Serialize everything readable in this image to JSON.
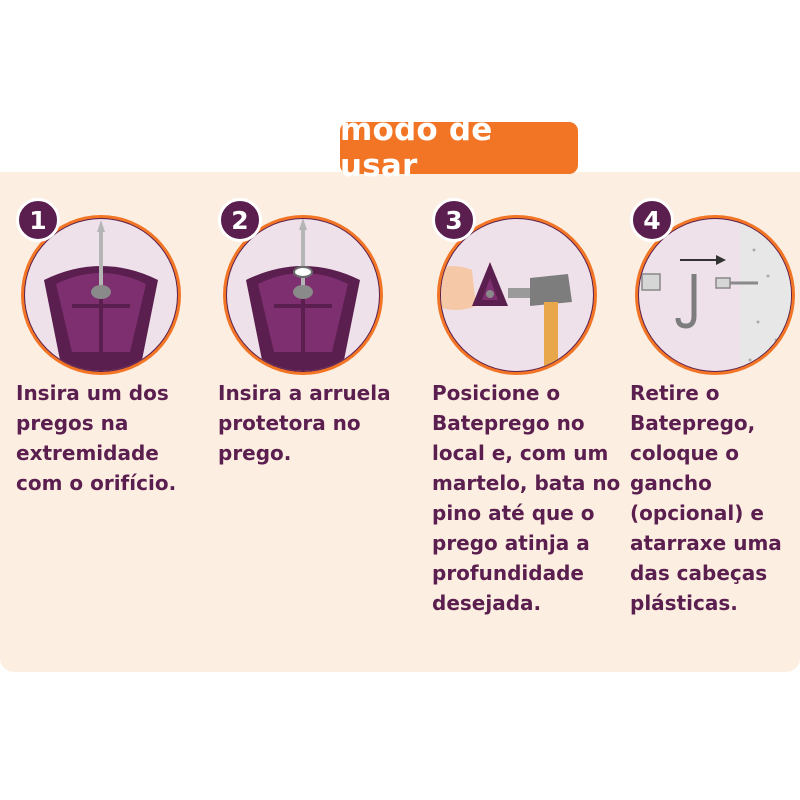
{
  "title": "modo de usar",
  "colors": {
    "accent_orange": "#f27526",
    "purple_dark": "#5a1f4f",
    "panel_bg": "#fdeee2",
    "circle_bg": "#efe1ea"
  },
  "steps": [
    {
      "number": "1",
      "text": "Insira um dos pregos na extremidade com o orifício.",
      "icon": "bateprego-with-nail-icon"
    },
    {
      "number": "2",
      "text": "Insira a arruela protetora no prego.",
      "icon": "bateprego-with-washer-icon"
    },
    {
      "number": "3",
      "text": "Posicione o Bateprego no local e, com um martelo, bata no pino até que o prego atinja a profundidade desejada.",
      "icon": "hammer-icon"
    },
    {
      "number": "4",
      "text": "Retire o Bateprego, coloque o gancho (opcional) e atarraxe uma das cabeças plásticas.",
      "icon": "hook-and-wall-icon"
    }
  ]
}
